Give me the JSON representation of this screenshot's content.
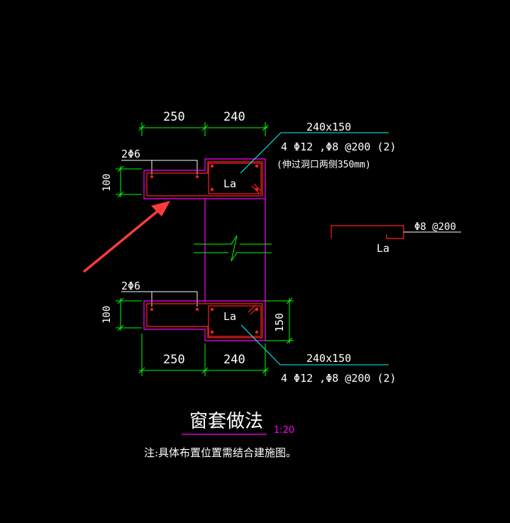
{
  "colors": {
    "background": "#000000",
    "outline": "#ff00ff",
    "rebar": "#ff2020",
    "dimension": "#00ff00",
    "leader": "#00ffff",
    "text": "#ffffff",
    "arrow": "#ff3b3b"
  },
  "top_detail": {
    "dim_left": "250",
    "dim_right": "240",
    "rebar_label": "2Φ6",
    "height_label": "100",
    "anchor_label": "La",
    "section_size": "240x150",
    "reinforcement": "4 Φ12 ,Φ8 @200 (2)",
    "note": "(伸过洞口两侧350mm)"
  },
  "bottom_detail": {
    "dim_left": "250",
    "dim_right": "240",
    "rebar_label": "2Φ6",
    "height_label": "100",
    "side_height_label": "150",
    "anchor_label": "La",
    "section_size": "240x150",
    "reinforcement": "4 Φ12 ,Φ8 @200 (2)"
  },
  "stirrup_detail": {
    "label": "Φ8 @200",
    "anchor_label": "La"
  },
  "title": {
    "text": "窗套做法",
    "scale": "1:20",
    "note": "注:具体布置位置需结合建施图。"
  }
}
